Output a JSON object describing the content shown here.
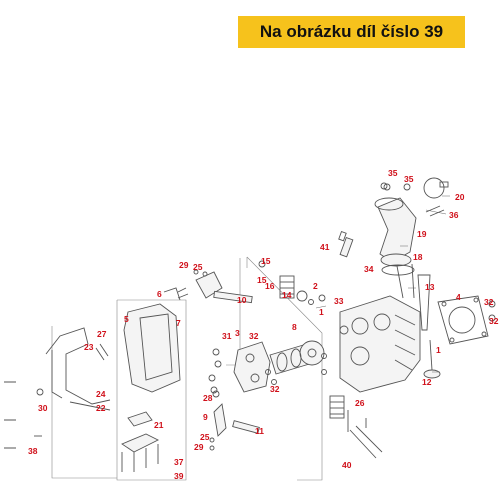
{
  "banner": {
    "text": "Na obrázku díl číslo 39",
    "color": "#f6c21c"
  },
  "accent_color": "#d0101a",
  "callouts": {
    "c35a": "35",
    "c35b": "35",
    "c20": "20",
    "c36": "36",
    "c19": "19",
    "c41": "41",
    "c18": "18",
    "c29a": "29",
    "c25a": "25",
    "c15a": "15",
    "c16": "16",
    "c15b": "15",
    "c14": "14",
    "c2": "2",
    "c34": "34",
    "c13": "13",
    "c4": "4",
    "c32a": "32",
    "c32b": "32",
    "c6": "6",
    "c10": "10",
    "c33": "33",
    "c1a": "1",
    "c5": "5",
    "c7": "7",
    "c27": "27",
    "c23": "23",
    "c3": "3",
    "c31": "31",
    "c32c": "32",
    "c8": "8",
    "c1b": "1",
    "c32d": "32",
    "c12": "12",
    "c24": "24",
    "c30": "30",
    "c22": "22",
    "c26": "26",
    "c28": "28",
    "c9": "9",
    "c11": "11",
    "c21": "21",
    "c25b": "25",
    "c29b": "29",
    "c38": "38",
    "c37": "37",
    "c39": "39",
    "c40": "40"
  }
}
